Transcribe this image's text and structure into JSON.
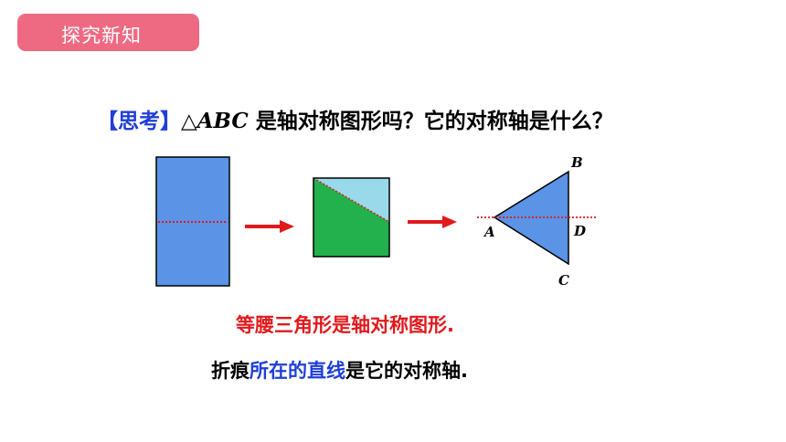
{
  "header": {
    "section_label": "探究新知"
  },
  "question": {
    "tag": "【思考】",
    "triangle_symbol": "△",
    "triangle_name": "ABC",
    "text": " 是轴对称图形吗？它的对称轴是什么？"
  },
  "figure": {
    "vertex_labels": {
      "a": "A",
      "b": "B",
      "c": "C",
      "d": "D"
    },
    "colors": {
      "rect_fill": "#5b93e6",
      "square_green": "#22b14c",
      "square_lightblue": "#99d9ea",
      "triangle_fill": "#5b93e6",
      "arrow": "#e0191c",
      "fold_line": "#e0191c"
    }
  },
  "conclusion": {
    "line1": "等腰三角形是轴对称图形.",
    "line2_part1": "折痕",
    "line2_part2": "所在的直线",
    "line2_part3": "是它的对称轴."
  }
}
